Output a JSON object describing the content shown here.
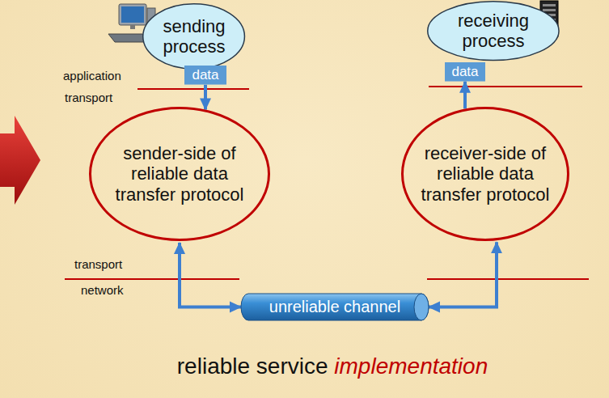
{
  "diagram": {
    "caption": "reliable service implementation",
    "nodes": [
      {
        "text": [
          "sending process"
        ]
      },
      {
        "text": [
          "receiving process"
        ]
      },
      {
        "text": [
          "data"
        ]
      },
      {
        "text": [
          "data"
        ]
      },
      {
        "text": [
          "sender-side of reliable data transfer protocol"
        ]
      },
      {
        "text": [
          "receiver-side of reliable data transfer protocol"
        ]
      },
      {
        "text": [
          "unreliable channel"
        ]
      }
    ],
    "edges": [
      {
        "from": 2,
        "to": 4,
        "arrow": "to"
      },
      {
        "from": 5,
        "to": 3,
        "arrow": "to"
      },
      {
        "from": 4,
        "to": 6,
        "arrow": "both"
      },
      {
        "from": 5,
        "to": 6,
        "arrow": "both"
      }
    ],
    "labels": [
      "application",
      "transport",
      "transport",
      "network"
    ]
  }
}
